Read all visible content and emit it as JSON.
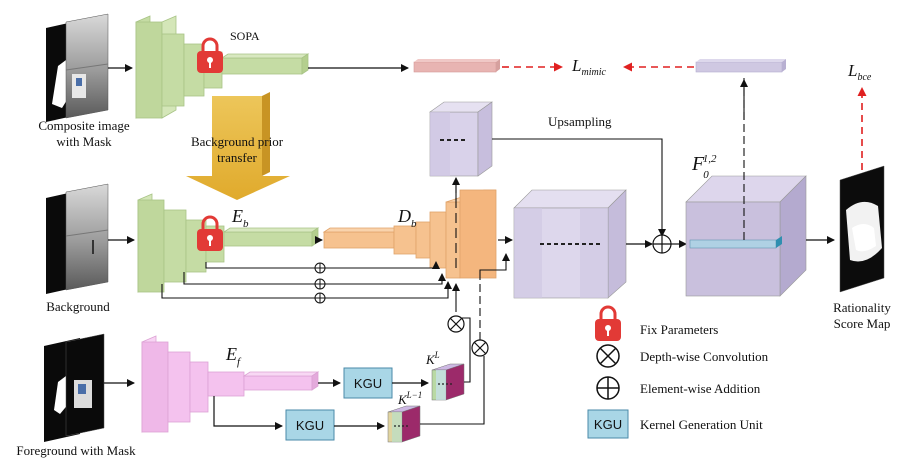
{
  "inputs": {
    "composite_label_1": "Composite image",
    "composite_label_2": "with Mask",
    "background_label": "Background",
    "foreground_label": "Foreground with Mask"
  },
  "labels": {
    "sopa": "SOPA",
    "transfer_1": "Background prior",
    "transfer_2": "transfer",
    "encoder_b": "E",
    "encoder_b_sub": "b",
    "decoder_b": "D",
    "decoder_b_sub": "b",
    "encoder_f": "E",
    "encoder_f_sub": "f",
    "upsampling": "Upsampling",
    "l_mimic": "L",
    "l_mimic_sub": "mimic",
    "l_bce": "L",
    "l_bce_sub": "bce",
    "feature": "F",
    "feature_sub": "0",
    "feature_sup": "1,2",
    "kernel_l": "K",
    "kernel_l_sup": "L",
    "kernel_l1": "K",
    "kernel_l1_sup": "L−1",
    "kgu_top": "KGU",
    "kgu_bottom": "KGU",
    "output_1": "Rationality",
    "output_2": "Score Map"
  },
  "legend": {
    "fix_parameters": "Fix Parameters",
    "depthwise_conv": "Depth-wise Convolution",
    "element_add": "Element-wise Addition",
    "kgu_box": "KGU",
    "kgu_label": "Kernel Generation Unit"
  },
  "colors": {
    "encoder_green": "#c5dca4",
    "decoder_orange": "#f6c28f",
    "encoder_pink": "#f4c2ee",
    "volume_purple": "#c8bfdc",
    "kgu_blue": "#a9d6e6",
    "lock_red": "#e23a36",
    "arrow_gold": "#e4b43a",
    "loss_dash": "#e02020",
    "mimic_pink": "#e8b4b2"
  }
}
